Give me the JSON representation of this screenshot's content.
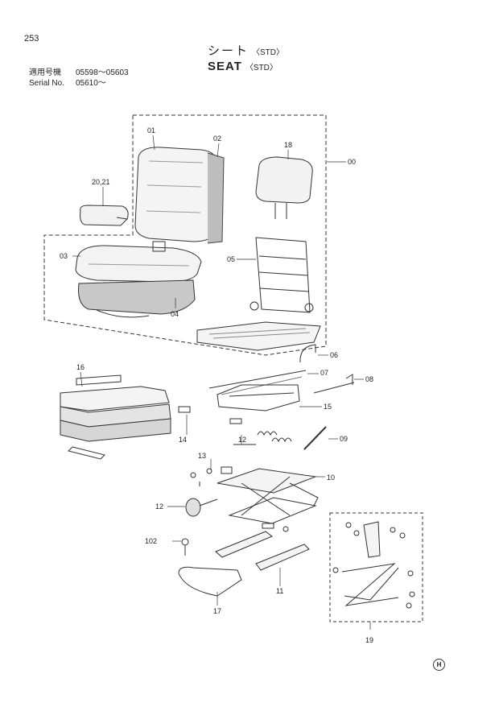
{
  "page_number": "253",
  "title_jp": "シート",
  "title_jp_std": "〈STD〉",
  "title_en": "SEAT",
  "title_en_std": "〈STD〉",
  "serial": [
    {
      "label": "適用号機",
      "value": "05598～05603"
    },
    {
      "label": "Serial No.",
      "value": "05610～"
    }
  ],
  "parts": {
    "p00": "00",
    "p01": "01",
    "p02": "02",
    "p03": "03",
    "p04": "04",
    "p05": "05",
    "p06": "06",
    "p07": "07",
    "p08": "08",
    "p09": "09",
    "p10": "10",
    "p11": "11",
    "p12a": "12",
    "p12b": "12",
    "p13": "13",
    "p14": "14",
    "p15": "15",
    "p16": "16",
    "p17": "17",
    "p18": "18",
    "p19": "19",
    "p2021": "20,21",
    "p102": "102"
  },
  "logo_text": "H"
}
